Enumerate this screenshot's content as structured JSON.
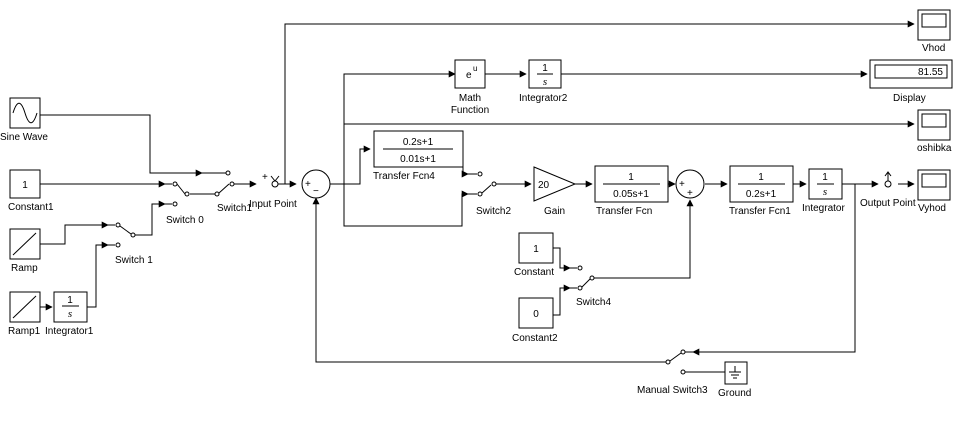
{
  "blocks": {
    "sine_wave": "Sine Wave",
    "constant1": "Constant1",
    "constant1_value": "1",
    "ramp": "Ramp",
    "ramp1": "Ramp1",
    "integrator1": "Integrator1",
    "switch_0": "Switch 0",
    "switch1": "Switch1",
    "switch_1": "Switch 1",
    "input_point": "Input Point",
    "math_function": "Math\nFunction",
    "math_function_line1": "Math",
    "math_function_line2": "Function",
    "math_function_expr_base": "e",
    "math_function_expr_sup": "u",
    "integrator2": "Integrator2",
    "display": "Display",
    "display_value": "81.55",
    "vhod": "Vhod",
    "oshibka": "oshibka",
    "vyhod": "Vyhod",
    "transfer_fcn4": "Transfer Fcn4",
    "tf4_num": "0.2s+1",
    "tf4_den": "0.01s+1",
    "switch2": "Switch2",
    "gain": "Gain",
    "gain_value": "20",
    "transfer_fcn": "Transfer Fcn",
    "tf_num": "1",
    "tf_den": "0.05s+1",
    "transfer_fcn1": "Transfer Fcn1",
    "tf1_num": "1",
    "tf1_den": "0.2s+1",
    "integrator": "Integrator",
    "output_point": "Output Point",
    "constant": "Constant",
    "constant_value": "1",
    "constant2": "Constant2",
    "constant2_value": "0",
    "switch4": "Switch4",
    "manual_switch3": "Manual Switch3",
    "ground": "Ground",
    "integrator_num": "1",
    "integrator_den": "s",
    "sum_plus": "+",
    "sum_minus": "−"
  },
  "colors": {
    "line": "#000000",
    "background": "#ffffff"
  },
  "icons": [
    "scope-icon",
    "sine-icon",
    "ramp-icon",
    "ground-icon",
    "gain-triangle-icon"
  ]
}
